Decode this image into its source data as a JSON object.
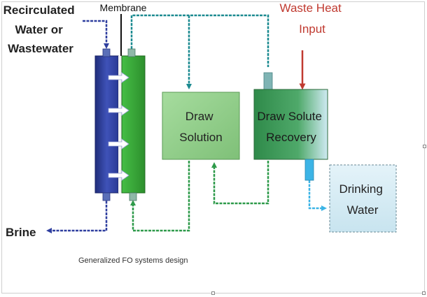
{
  "labels": {
    "input_water": [
      "Recirculated",
      "Water or",
      "Wastewater"
    ],
    "membrane": "Membrane",
    "waste_heat": [
      "Waste Heat",
      "Input"
    ],
    "draw_solution": [
      "Draw",
      "Solution"
    ],
    "draw_solute_recovery": [
      "Draw Solute",
      "Recovery"
    ],
    "drinking_water": [
      "Drinking",
      "Water"
    ],
    "brine": "Brine"
  },
  "caption": "Generalized FO systems design",
  "colors": {
    "feed_blue": "#2f3f9f",
    "membrane_green": "#3cae3c",
    "teal_line": "#1b8a90",
    "green_line": "#2e9a4a",
    "draw_solution_fill": "#8fce8a",
    "recovery_fill": "#3f9a5a",
    "drinking_fill": "#d8eef6",
    "heat_red": "#c03a30",
    "product_cyan": "#3cb4e6"
  }
}
